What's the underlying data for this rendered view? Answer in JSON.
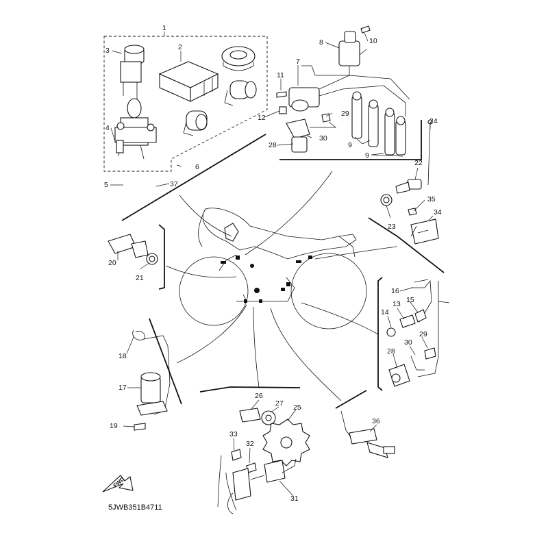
{
  "diagram": {
    "doc_code": "5JWB351B4711",
    "fwd_label": "FWD",
    "callouts": [
      "1",
      "2",
      "3",
      "4",
      "5",
      "6",
      "37",
      "7",
      "8",
      "9",
      "9",
      "10",
      "11",
      "12",
      "28",
      "29",
      "30",
      "24",
      "22",
      "23",
      "35",
      "34",
      "20",
      "21",
      "16",
      "15",
      "13",
      "14",
      "29",
      "28",
      "30",
      "18",
      "17",
      "19",
      "26",
      "27",
      "25",
      "33",
      "32",
      "31",
      "36"
    ]
  }
}
